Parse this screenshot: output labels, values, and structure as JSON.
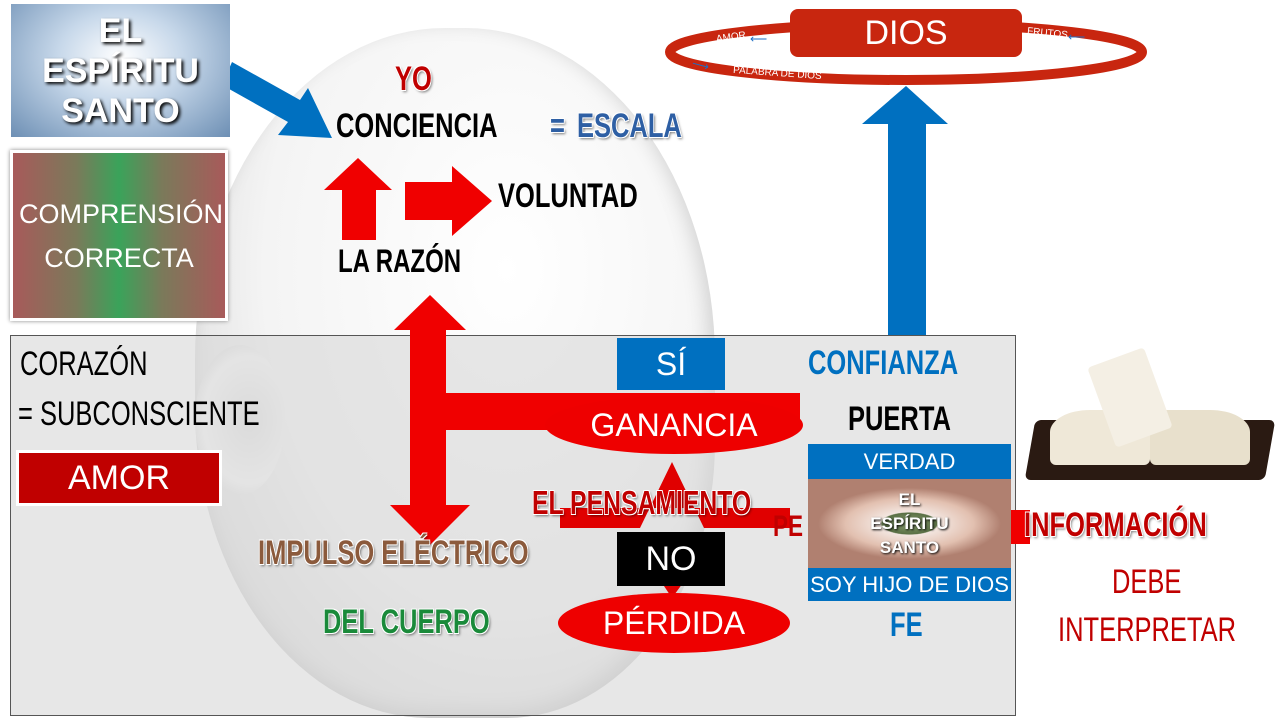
{
  "dios_cycle": {
    "title": "DIOS",
    "labels": [
      "AMOR",
      "FRUTOS",
      "PALABRA DE DIOS"
    ]
  },
  "espiritu_santo_box": "EL ESPÍRITU SANTO",
  "comprension_box": "COMPRENSIÓN CORRECTA",
  "mind": {
    "yo": "YO",
    "conciencia": "CONCIENCIA",
    "equals": "=",
    "escala": "ESCALA",
    "voluntad": "VOLUNTAD",
    "razon": "LA RAZÓN"
  },
  "heart": {
    "corazon": "CORAZÓN",
    "subconsciente": "= SUBCONSCIENTE",
    "amor": "AMOR",
    "si": "SÍ",
    "ganancia": "GANANCIA",
    "pensamiento": "EL PENSAMIENTO",
    "pe_fragment": "PE",
    "impulso": "IMPULSO ELÉCTRICO",
    "no": "NO",
    "cuerpo": "DEL CUERPO",
    "perdida": "PÉRDIDA"
  },
  "door": {
    "confianza": "CONFIANZA",
    "puerta": "PUERTA",
    "verdad": "VERDAD",
    "eye_text": "EL ESPÍRITU SANTO",
    "soy_hijo": "SOY HIJO DE DIOS",
    "fe": "FE"
  },
  "information": {
    "informacion": "INFORMACIÓN",
    "debe": "DEBE",
    "interpretar": "INTERPRETAR"
  },
  "colors": {
    "red": "#e00000",
    "blue": "#0070c0",
    "darkred": "#c00000",
    "green": "#1a8a3a",
    "brown": "#8b5a3c"
  }
}
